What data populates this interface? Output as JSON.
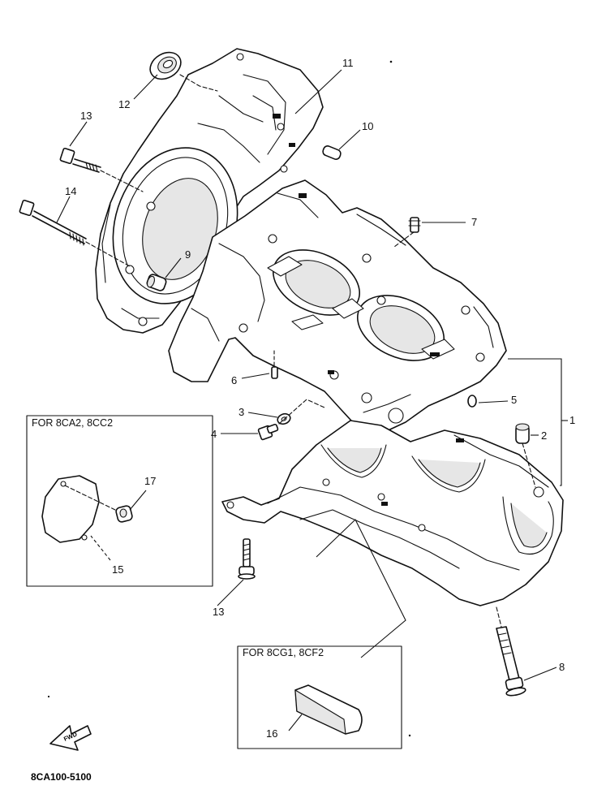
{
  "diagram": {
    "id_code": "8CA100-5100",
    "forward_arrow_label": "FWD",
    "inset_boxes": [
      {
        "title": "FOR 8CA2, 8CC2",
        "parts": [
          "17",
          "15"
        ]
      },
      {
        "title": "FOR 8CG1, 8CF2",
        "parts": [
          "16"
        ]
      }
    ],
    "callouts": [
      {
        "number": "1",
        "part": "crankcase assembly"
      },
      {
        "number": "2",
        "part": "dowel pin"
      },
      {
        "number": "3",
        "part": "washer"
      },
      {
        "number": "4",
        "part": "plug"
      },
      {
        "number": "5",
        "part": "o-ring"
      },
      {
        "number": "6",
        "part": "pin"
      },
      {
        "number": "7",
        "part": "nipple"
      },
      {
        "number": "8",
        "part": "bolt"
      },
      {
        "number": "9",
        "part": "dowel pin"
      },
      {
        "number": "10",
        "part": "pin"
      },
      {
        "number": "11",
        "part": "crankcase cover"
      },
      {
        "number": "12",
        "part": "oil seal"
      },
      {
        "number": "13",
        "part": "bolt"
      },
      {
        "number": "14",
        "part": "bolt"
      },
      {
        "number": "15",
        "part": "cover"
      },
      {
        "number": "16",
        "part": "plate"
      },
      {
        "number": "17",
        "part": "collar"
      }
    ]
  }
}
